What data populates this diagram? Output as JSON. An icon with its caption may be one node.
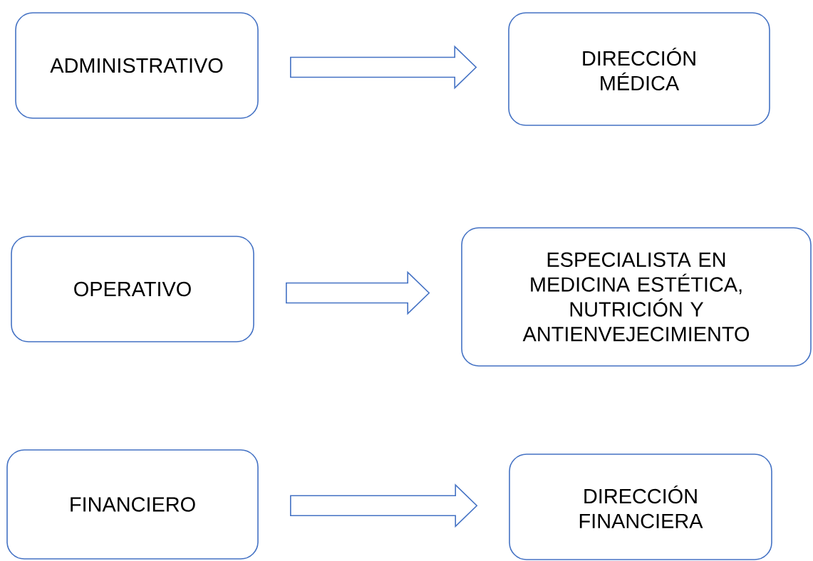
{
  "diagram": {
    "nodes": [
      {
        "text": [
          "ADMINISTRATIVO"
        ]
      },
      {
        "text": [
          "DIRECCIÓN MÉDICA"
        ]
      },
      {
        "text": [
          "OPERATIVO"
        ]
      },
      {
        "text": [
          "ESPECIALISTA EN MEDICINA ESTÉTICA, NUTRICIÓN Y ANTIENVEJECIMIENTO"
        ]
      },
      {
        "text": [
          "FINANCIERO"
        ]
      },
      {
        "text": [
          "DIRECCIÓN FINANCIERA"
        ]
      }
    ],
    "edges": [
      {
        "from": 0,
        "to": 1,
        "arrow": "to"
      },
      {
        "from": 2,
        "to": 3,
        "arrow": "to"
      },
      {
        "from": 4,
        "to": 5,
        "arrow": "to"
      }
    ]
  }
}
